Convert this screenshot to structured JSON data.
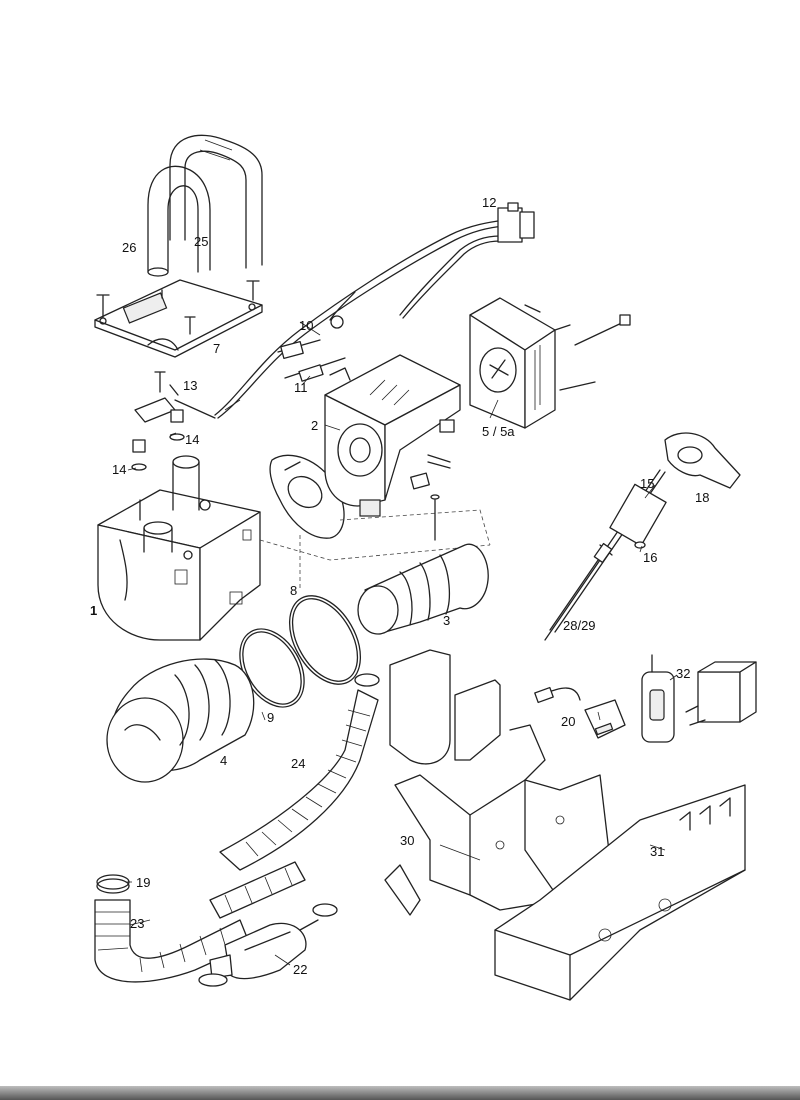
{
  "callouts": {
    "p1": "1",
    "p2": "2",
    "p3": "3",
    "p4": "4",
    "p5": "5 / 5a",
    "p7": "7",
    "p8": "8",
    "p9": "9",
    "p10": "10",
    "p11": "11",
    "p12": "12",
    "p13": "13",
    "p14a": "14",
    "p14b": "14",
    "p15": "15",
    "p16": "16",
    "p18": "18",
    "p19": "19",
    "p20": "20",
    "p22": "22",
    "p23": "23",
    "p24": "24",
    "p25": "25",
    "p26": "26",
    "p28": "28/29",
    "p30": "30",
    "p31": "31",
    "p32": "32"
  }
}
